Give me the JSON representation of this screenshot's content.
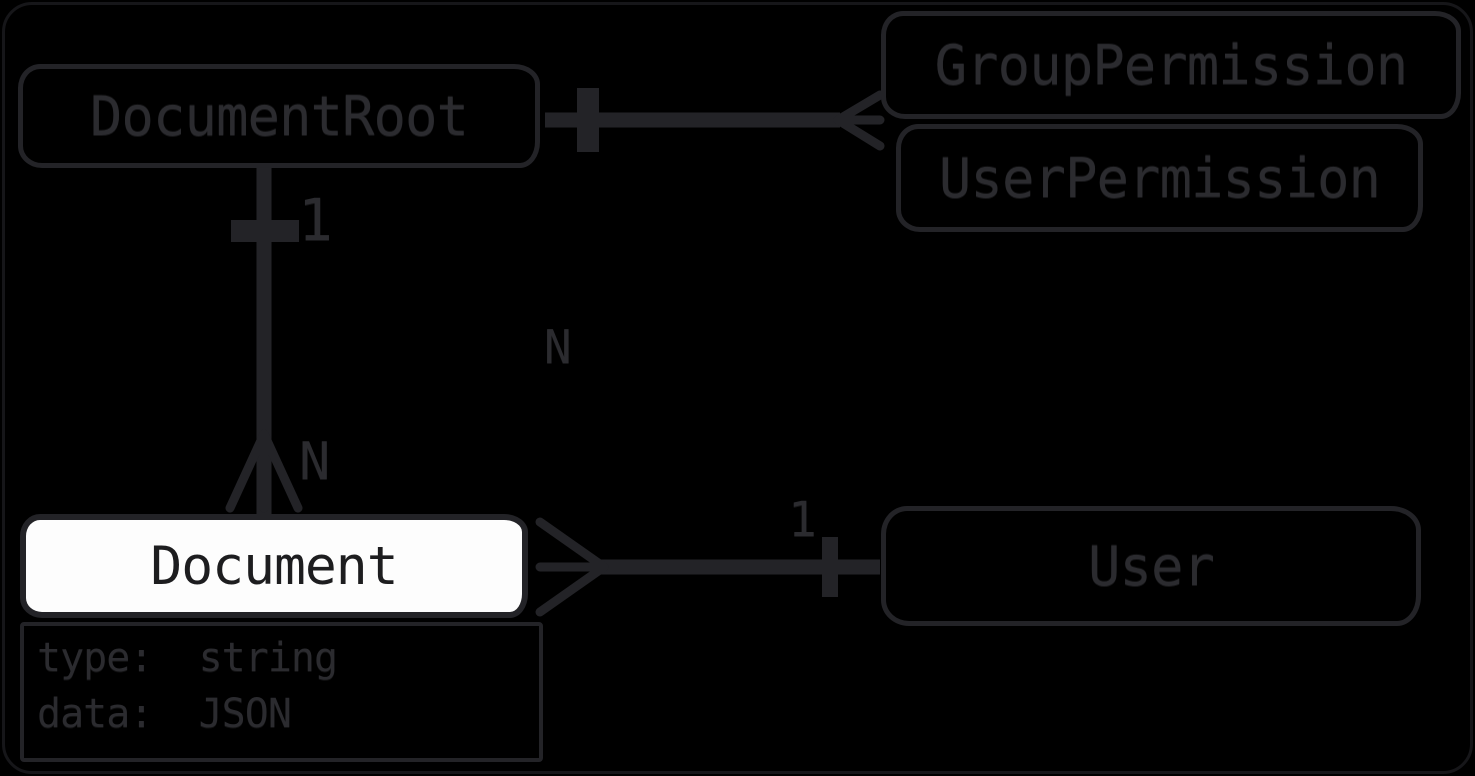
{
  "diagram": {
    "kind": "entity-relationship",
    "colors": {
      "background": "#000000",
      "stroke": "#232327",
      "dim_text": "#2b2b2f",
      "highlight_fill": "#fdfdfd",
      "highlight_text": "#1d1d1f"
    },
    "entities": {
      "document_root": {
        "label": "DocumentRoot"
      },
      "group_permission": {
        "label": "GroupPermission"
      },
      "user_permission": {
        "label": "UserPermission"
      },
      "document": {
        "label": "Document",
        "attributes": [
          "type:  string",
          "data:  JSON"
        ]
      },
      "user": {
        "label": "User"
      }
    },
    "relationships": [
      {
        "from": "DocumentRoot",
        "to": "GroupPermission",
        "from_marker": "one-bar",
        "to_marker": "many-crowsfoot"
      },
      {
        "from": "DocumentRoot",
        "to": "Document",
        "from_marker": "one-bar",
        "to_marker": "many-crowsfoot"
      },
      {
        "from": "Document",
        "to": "User",
        "from_marker": "many-crowsfoot",
        "to_marker": "one-bar"
      }
    ],
    "cardinalities": {
      "root_document_one": "1",
      "root_document_many": "N",
      "doc_user_one": "1",
      "root_permission_many": "N"
    }
  }
}
